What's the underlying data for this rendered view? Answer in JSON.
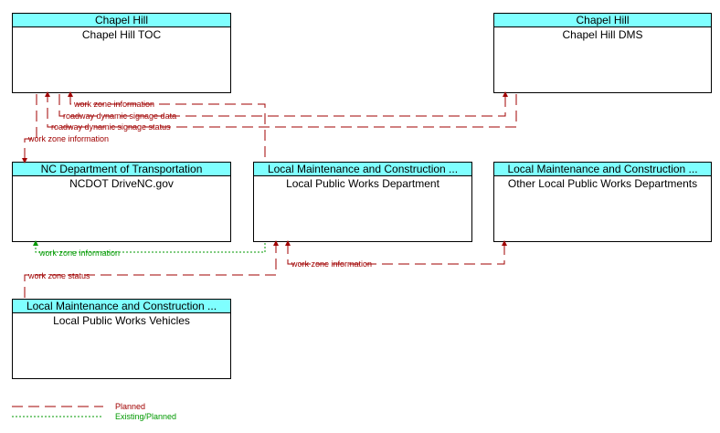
{
  "nodes": {
    "chapel_hill_toc": {
      "header": "Chapel Hill",
      "title": "Chapel Hill TOC"
    },
    "chapel_hill_dms": {
      "header": "Chapel Hill",
      "title": "Chapel Hill DMS"
    },
    "ncdot_drivenc": {
      "header": "NC Department of Transportation",
      "title": "NCDOT DriveNC.gov"
    },
    "local_public_works_dept": {
      "header": "Local Maintenance and Construction ...",
      "title": "Local Public Works Department"
    },
    "other_local_public_works": {
      "header": "Local Maintenance and Construction ...",
      "title": "Other Local Public Works Departments"
    },
    "local_public_works_vehicles": {
      "header": "Local Maintenance and Construction ...",
      "title": "Local Public Works Vehicles"
    }
  },
  "flows": [
    {
      "id": "f1",
      "label": "work zone information",
      "status": "planned"
    },
    {
      "id": "f2",
      "label": "roadway dynamic signage data",
      "status": "planned"
    },
    {
      "id": "f3",
      "label": "roadway dynamic signage status",
      "status": "planned"
    },
    {
      "id": "f4",
      "label": "work zone information",
      "status": "planned"
    },
    {
      "id": "f5",
      "label": "work zone information",
      "status": "existing_planned"
    },
    {
      "id": "f6",
      "label": "work zone status",
      "status": "planned"
    },
    {
      "id": "f7",
      "label": "work zone information",
      "status": "planned"
    }
  ],
  "legend": {
    "planned": "Planned",
    "existing_planned": "Existing/Planned"
  },
  "colors": {
    "planned": "#a00000",
    "existing_planned": "#009900",
    "header_fill": "#7fffff"
  }
}
